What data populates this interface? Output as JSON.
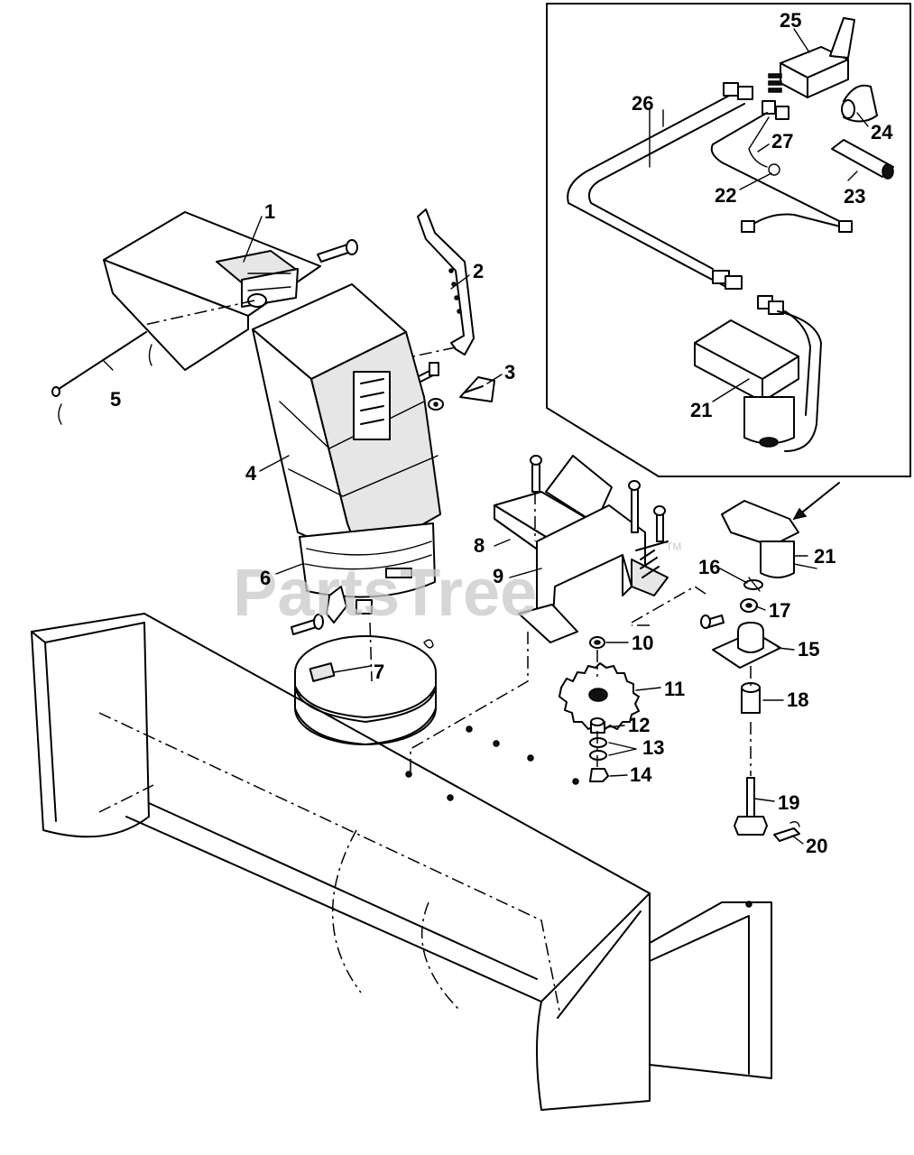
{
  "diagram": {
    "watermark": {
      "text": "PartsTree",
      "tm": "TM"
    },
    "callouts": [
      {
        "id": "c1",
        "label": "1"
      },
      {
        "id": "c2",
        "label": "2"
      },
      {
        "id": "c3",
        "label": "3"
      },
      {
        "id": "c4",
        "label": "4"
      },
      {
        "id": "c5",
        "label": "5"
      },
      {
        "id": "c6",
        "label": "6"
      },
      {
        "id": "c7",
        "label": "7"
      },
      {
        "id": "c8",
        "label": "8"
      },
      {
        "id": "c9",
        "label": "9"
      },
      {
        "id": "c10",
        "label": "10"
      },
      {
        "id": "c11",
        "label": "11"
      },
      {
        "id": "c12",
        "label": "12"
      },
      {
        "id": "c13",
        "label": "13"
      },
      {
        "id": "c14",
        "label": "14"
      },
      {
        "id": "c15",
        "label": "15"
      },
      {
        "id": "c16",
        "label": "16"
      },
      {
        "id": "c17",
        "label": "17"
      },
      {
        "id": "c18",
        "label": "18"
      },
      {
        "id": "c19",
        "label": "19"
      },
      {
        "id": "c20",
        "label": "20"
      },
      {
        "id": "c21a",
        "label": "21"
      },
      {
        "id": "c21b",
        "label": "21"
      },
      {
        "id": "c22",
        "label": "22"
      },
      {
        "id": "c23",
        "label": "23"
      },
      {
        "id": "c24",
        "label": "24"
      },
      {
        "id": "c25",
        "label": "25"
      },
      {
        "id": "c26",
        "label": "26"
      },
      {
        "id": "c27",
        "label": "27"
      }
    ]
  }
}
